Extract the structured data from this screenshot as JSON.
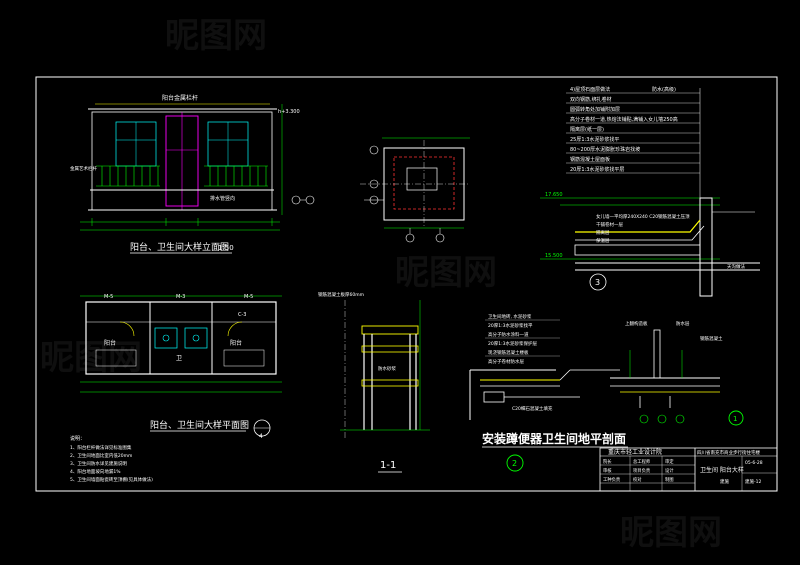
{
  "watermark": "昵图网",
  "drawing": {
    "elev_title": "阳台、卫生间大样立面图",
    "elev_scale": "1:50",
    "elev_label_window": "阳台金属栏杆",
    "elev_label_top": "h+3.300",
    "elev_label_rail": "金属艺术栏杆",
    "elev_label_drain": "排水管竖向",
    "plan_title": "阳台、卫生间大样平面图",
    "plan_bubble": "4",
    "plan_room_a": "阳台",
    "plan_room_b": "卫",
    "plan_room_c": "阳台",
    "plan_labels": [
      "M-5",
      "M-3",
      "M-5",
      "C-3"
    ],
    "notes_title": "说明：",
    "notes": [
      "1、阳台栏杆做法详见标准图集",
      "2、卫生间地面比室内低20mm",
      "3、卫生间防水详见建施说明",
      "4、阳台地面坡向地漏1%",
      "5、卫生间墙面贴瓷砖至顶棚(见具体做法)"
    ],
    "section_title": "1-1",
    "section_label": "钢筋混凝土板厚60mm",
    "section_label2": "防水砂浆",
    "center_title": "安装蹲便器卫生间地平剖面",
    "center_bubble": "2",
    "center_layers": [
      "卫生间地砖, 水泥砂浆",
      "20厚1:3水泥砂浆找平",
      "高分子防水涂料一道",
      "20厚1:3水泥砂浆保护层",
      "现浇钢筋混凝土楼板",
      "高分子卷材防水层"
    ],
    "center_bottom": "C20细石混凝土填充",
    "right_top_layers": [
      "4)屋顶石面层做法",
      "双向钢筋,绑扎卷材",
      "圆弧转角处加铺附加层",
      "高分子卷材一道,热熔法铺贴,满铺入女儿墙250高",
      "隔离层(纸一层)",
      "25厚1:3水泥砂浆找平",
      "80~200厚水泥膨胀珍珠岩找坡",
      "钢筋混凝土屋面板",
      "20厚1:3水泥砂浆找平层"
    ],
    "right_top_tag": "防水(高级)",
    "right_elev_a": "17.650",
    "right_elev_b": "15.500",
    "right_detail_layers": [
      "女儿墙一平均厚240X240 C20钢筋混凝土压顶",
      "干铺卷材一层",
      "隔离层",
      "保温层"
    ],
    "right_detail_tag": "天沟做法",
    "right_bubble_top": "3",
    "right_bubble_bottom": "1",
    "right_bottom_label1": "上翻构造板",
    "right_bottom_label2": "防水层",
    "right_bottom_label3": "钢筋混凝土",
    "company": "重庆市轻工业设计院",
    "project": "四川省南充市商业步行街住宅楼",
    "sheet_title": "卫生间 阳台大样",
    "tb_rows": [
      [
        "院长",
        "总工程师",
        "审定"
      ],
      [
        "审核",
        "项目负责",
        "设计"
      ],
      [
        "工种负责",
        "校对",
        "制图"
      ]
    ],
    "date_label": "05-6-28",
    "sheet_no": "建施-12",
    "sheet_code": "建施",
    "colors": {
      "white": "#ffffff",
      "cyan": "#00ffff",
      "green": "#00ff00",
      "yellow": "#ffff00",
      "magenta": "#ff00ff",
      "red": "#ff3333",
      "blue": "#4060ff",
      "grey": "#9a9a9a"
    }
  }
}
